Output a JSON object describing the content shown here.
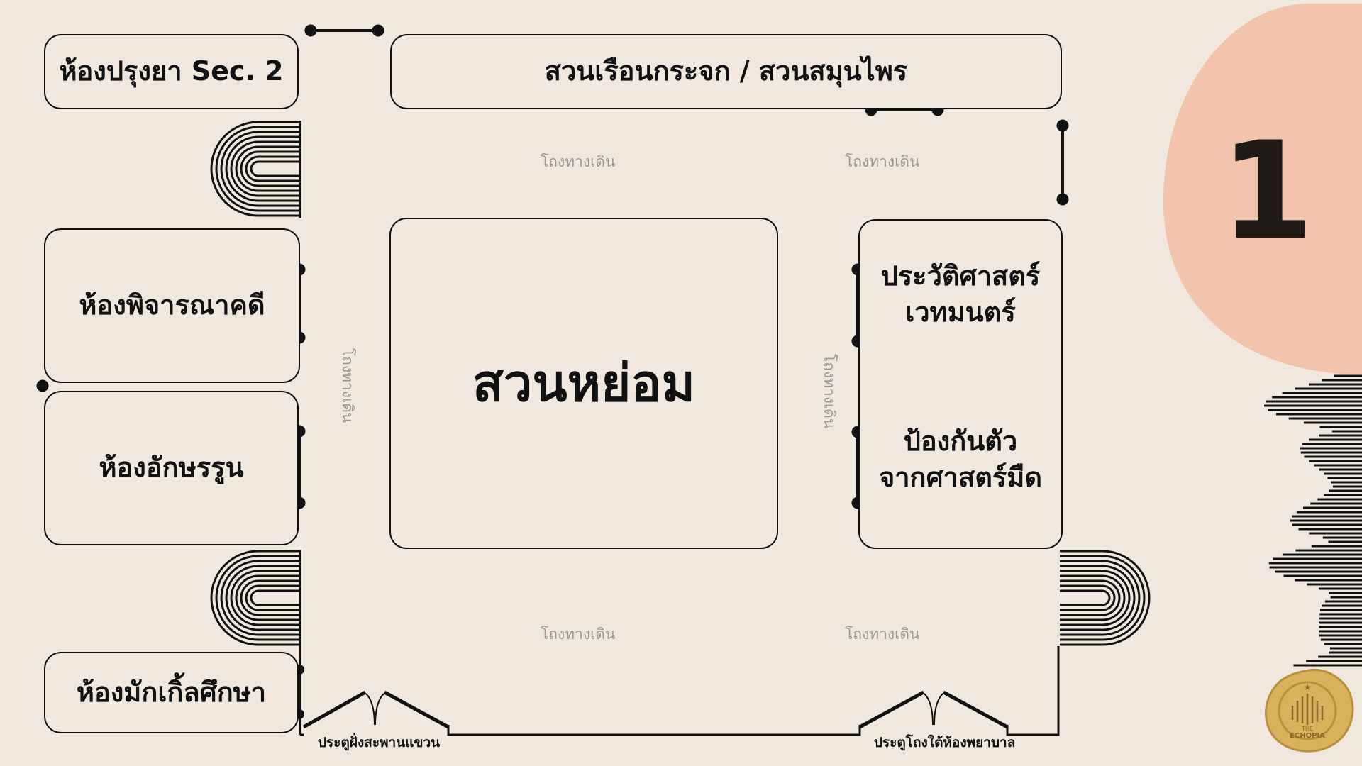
{
  "page_number": "1",
  "rooms": {
    "potions_sec2": "ห้องปรุงยา Sec. 2",
    "greenhouse": "สวนเรือนกระจก / สวนสมุนไพร",
    "courtroom": "ห้องพิจารณาคดี",
    "runes": "ห้องอักษรรูน",
    "muggle_studies": "ห้องมักเกิ้ลศึกษา",
    "courtyard": "สวนหย่อม",
    "history_line1": "ประวัติศาสตร์",
    "history_line2": "เวทมนตร์",
    "dada_line1": "ป้องกันตัว",
    "dada_line2": "จากศาสตร์มืด"
  },
  "halls": {
    "top_left": "โถงทางเดิน",
    "top_right": "โถงทางเดิน",
    "bottom_left": "โถงทางเดิน",
    "bottom_right": "โถงทางเดิน",
    "left_vertical": "โถงทางเดิน",
    "right_vertical": "โถงทางเดิน"
  },
  "doors": {
    "suspension_bridge": "ประตูฝั่งสะพานแขวน",
    "hospital_hall": "ประตูโถงใต้ห้องพยาบาล"
  },
  "seal": {
    "top_text": "THE",
    "bottom_text": "ECHOPIA"
  },
  "colors": {
    "background": "#f0e7de",
    "accent_blob": "#f2c4ab",
    "ink": "#111111",
    "seal_gold": "#d9b15c"
  }
}
